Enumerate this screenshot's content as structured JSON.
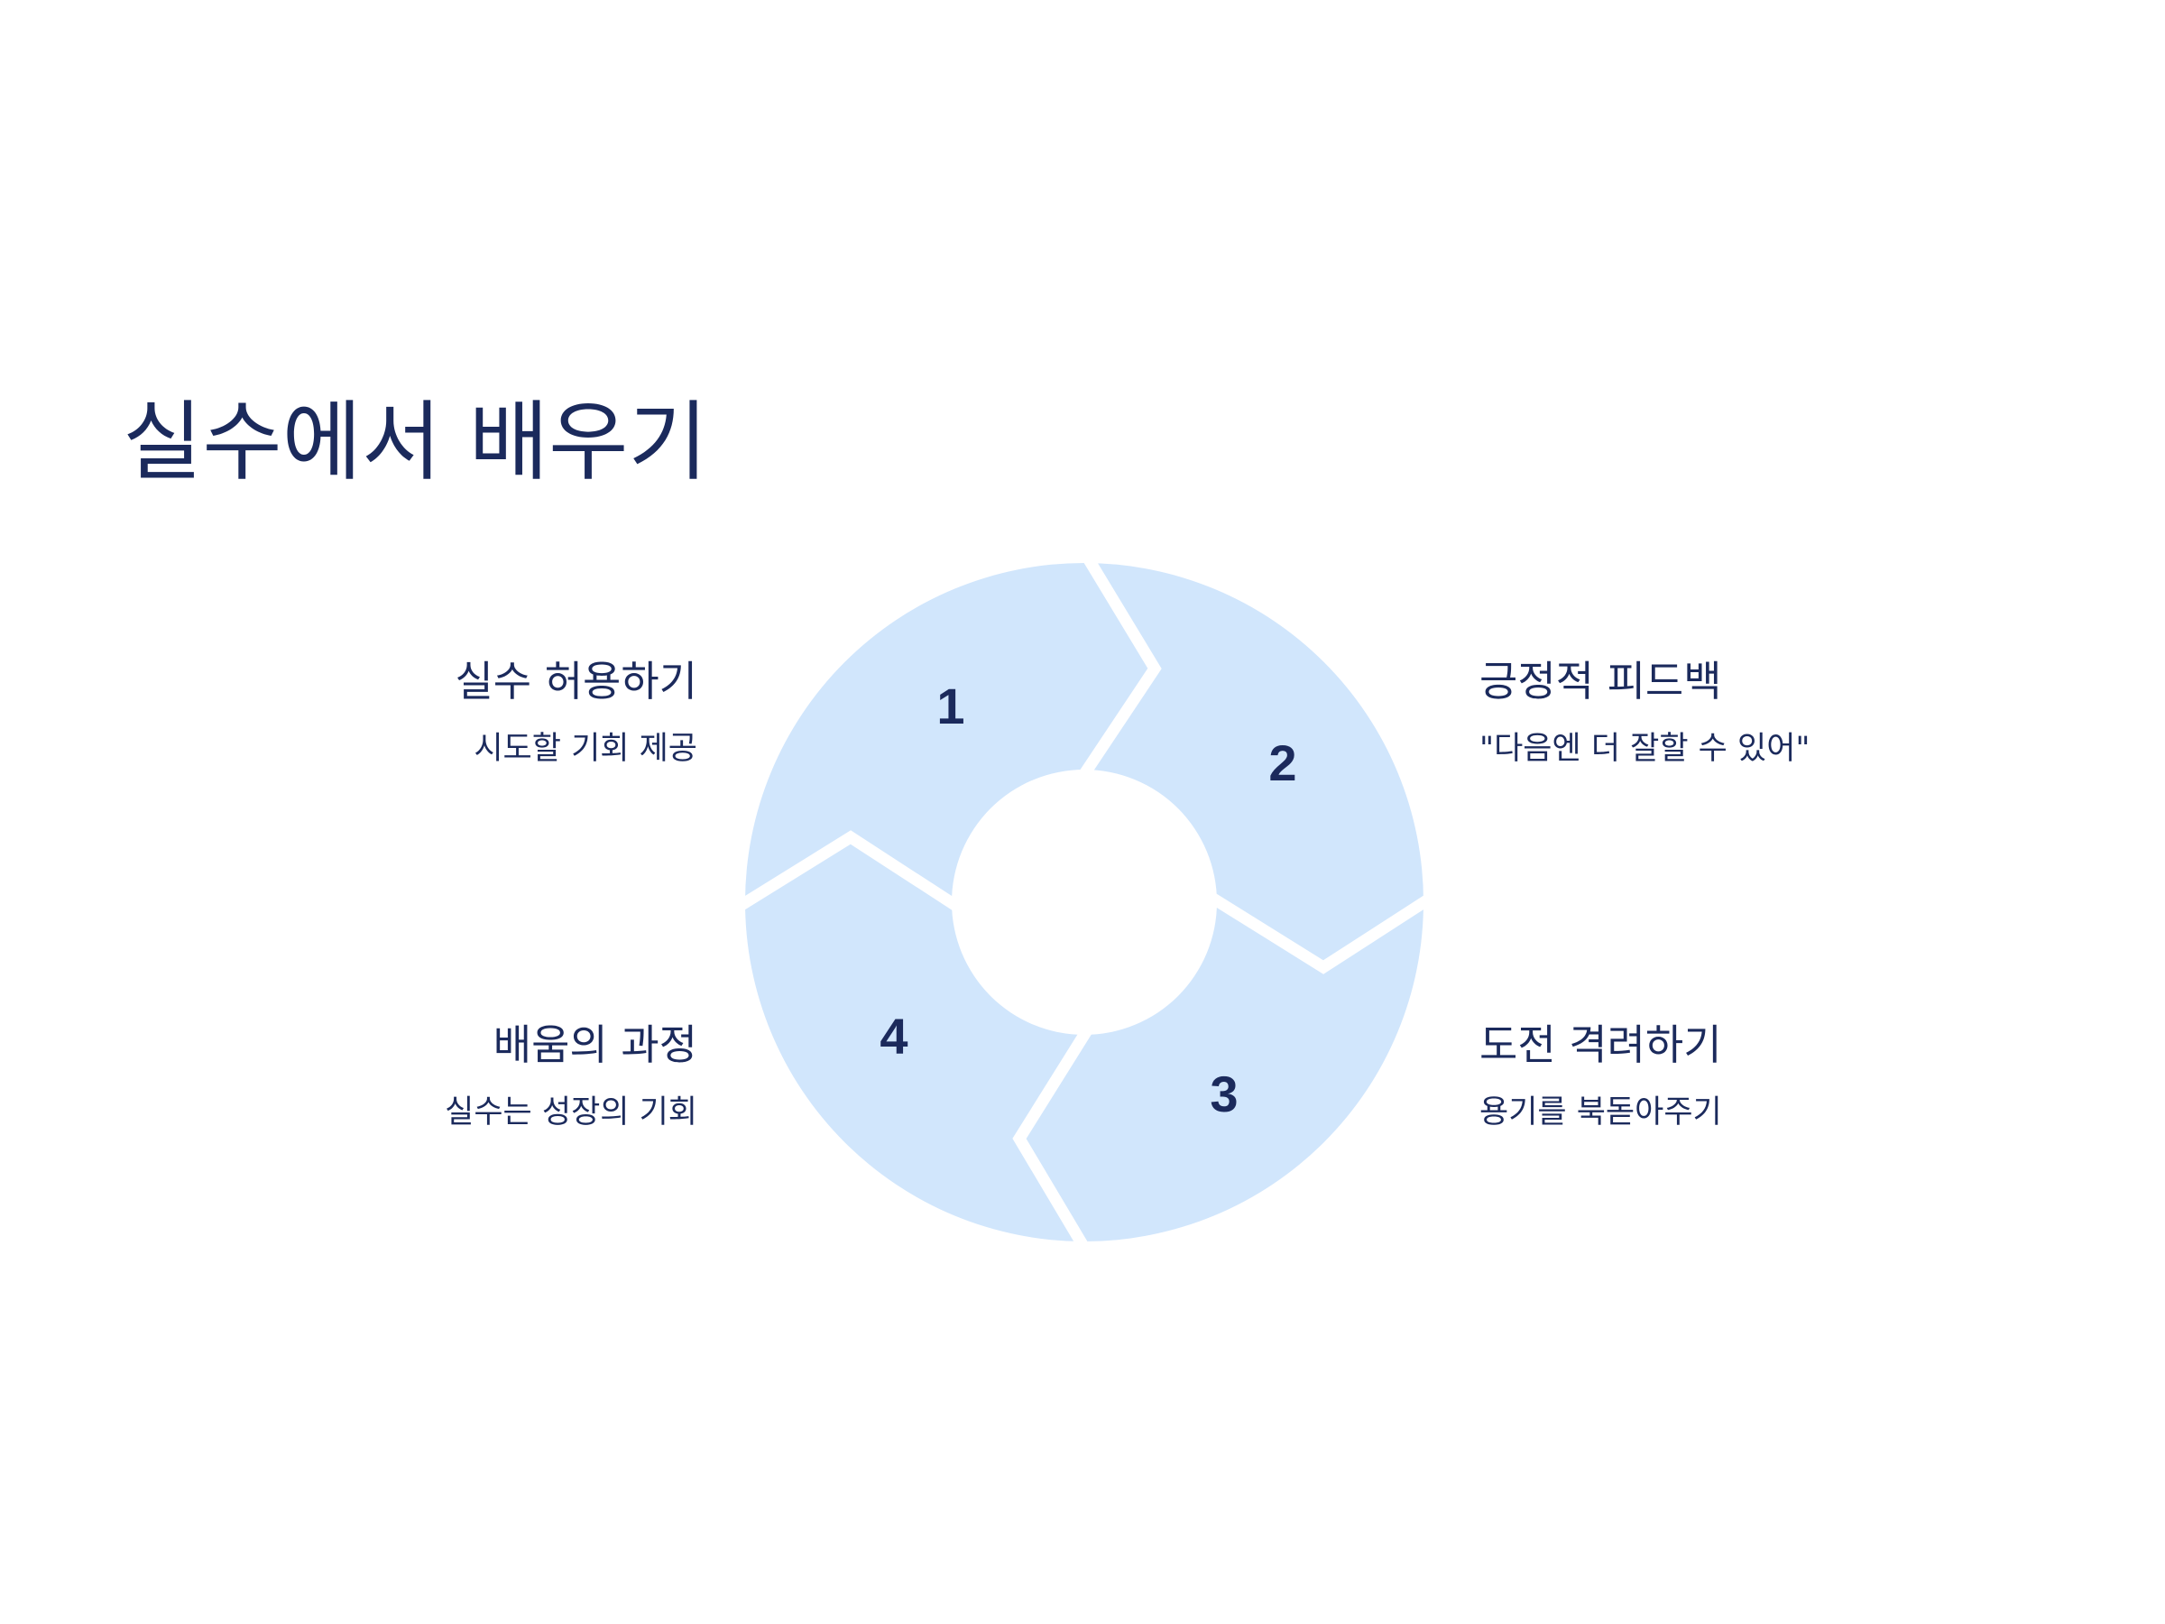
{
  "title": "실수에서 배우기",
  "colors": {
    "segment_fill": "#d1e6fc",
    "text": "#1b2a5c",
    "background": "#ffffff"
  },
  "steps": [
    {
      "number": "1",
      "title": "실수 허용하기",
      "description": "시도할 기회 제공"
    },
    {
      "number": "2",
      "title": "긍정적 피드백",
      "description": "\"다음엔 더 잘할 수 있어\""
    },
    {
      "number": "3",
      "title": "도전 격려하기",
      "description": "용기를 북돋아주기"
    },
    {
      "number": "4",
      "title": "배움의 과정",
      "description": "실수는 성장의 기회"
    }
  ]
}
